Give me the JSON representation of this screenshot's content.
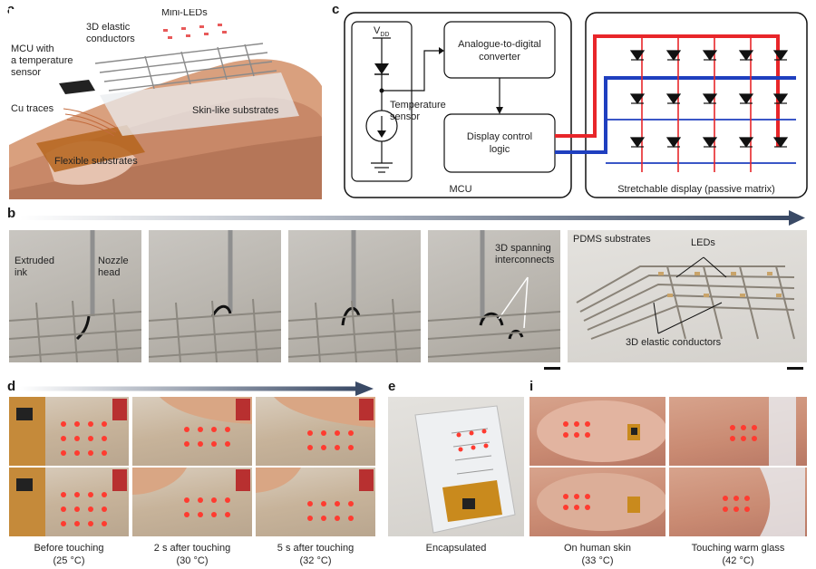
{
  "panels": {
    "a": "a",
    "b": "b",
    "c": "c",
    "d": "d",
    "e": "e",
    "i": "i"
  },
  "panel_a": {
    "mini_leds": "Mini-LEDs",
    "elastic": "3D elastic\nconductors",
    "mcu": "MCU with\na temperature\nsensor",
    "cu": "Cu traces",
    "skin_sub": "Skin-like substrates",
    "flex_sub": "Flexible substrates"
  },
  "panel_c": {
    "vdd": "V",
    "vdd_sub": "DD",
    "adc": "Analogue-to-digital\nconverter",
    "temp": "Temperature\nsensor",
    "display_logic": "Display control\nlogic",
    "mcu": "MCU",
    "display": "Stretchable display (passive matrix)"
  },
  "panel_b": {
    "extruded": "Extruded\nink",
    "nozzle": "Nozzle\nhead",
    "spanning": "3D spanning\ninterconnects",
    "pdms": "PDMS substrates",
    "leds": "LEDs",
    "elastic": "3D elastic conductors"
  },
  "captions": {
    "before": "Before touching\n(25 °C)",
    "two_s": "2 s after touching\n(30 °C)",
    "five_s": "5 s after touching\n(32 °C)",
    "encap": "Encapsulated",
    "skin": "On human skin\n(33 °C)",
    "glass": "Touching warm glass\n(42 °C)"
  },
  "colors": {
    "red_line": "#e8262a",
    "blue_line": "#1f3fbf",
    "arrow": "#3a4a66",
    "led_red": "#ff3b30"
  }
}
